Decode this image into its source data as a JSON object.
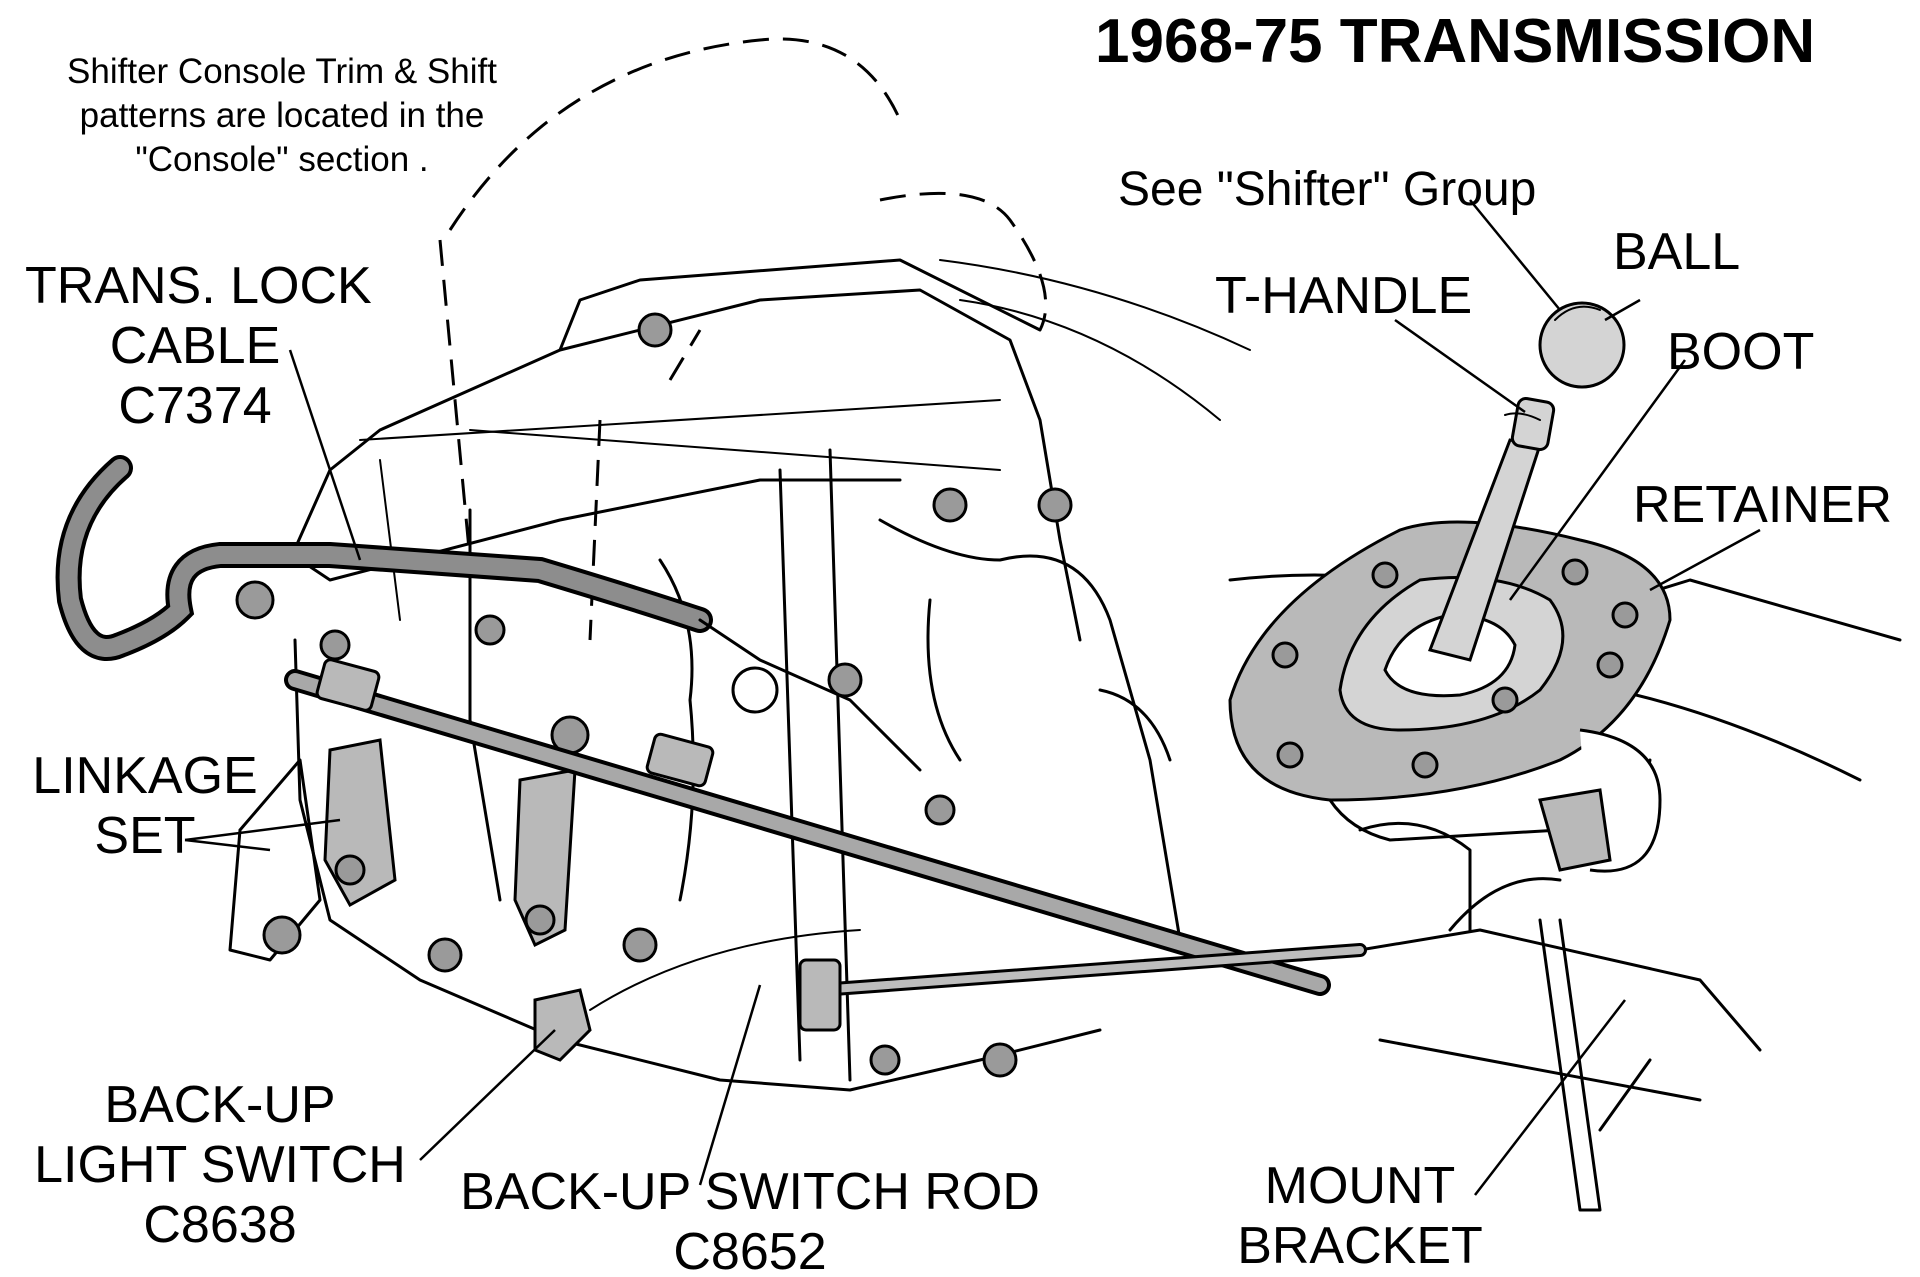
{
  "title": "1968-75 TRANSMISSION",
  "note_lines": [
    "Shifter Console Trim & Shift",
    "patterns are located in the",
    "\"Console\" section ."
  ],
  "shifter_reference": "See \"Shifter\" Group",
  "labels": {
    "trans_lock_cable": [
      "TRANS. LOCK",
      "CABLE",
      "C7374"
    ],
    "t_handle": "T-HANDLE",
    "ball": "BALL",
    "boot": "BOOT",
    "retainer": "RETAINER",
    "linkage_set": [
      "LINKAGE",
      "SET"
    ],
    "backup_light_switch": [
      "BACK-UP",
      "LIGHT SWITCH",
      "C8638"
    ],
    "backup_switch_rod": [
      "BACK-UP SWITCH ROD",
      "C8652"
    ],
    "mount_bracket": [
      "MOUNT",
      "BRACKET"
    ]
  }
}
